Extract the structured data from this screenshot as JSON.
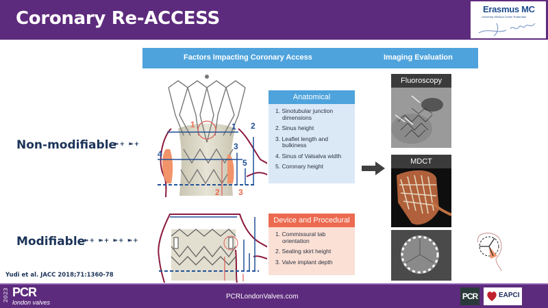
{
  "header": {
    "title": "Coronary Re-ACCESS",
    "logo": {
      "name": "Erasmus MC",
      "subtitle": "University Medical Center Rotterdam",
      "signature": "Erasmus"
    }
  },
  "section_bar": {
    "left_label": "Factors Impacting Coronary Access",
    "right_label": "Imaging Evaluation"
  },
  "rows": {
    "non_modifiable": {
      "label": "Non-modifiable",
      "arrows": "➽+ ➽+"
    },
    "modifiable": {
      "label": "Modifiable",
      "arrows": "➽+ ➽+ ➽+ ➽+"
    }
  },
  "anatomical": {
    "title": "Anatomical",
    "items": [
      "1. Sinotubular junction dimensions",
      "2. Sinus height",
      "3. Leaflet length and bulkiness",
      "4. Sinus of Valsalva width",
      "5. Coronary height"
    ]
  },
  "device": {
    "title": "Device and Procedural",
    "items": [
      "1. Commissural tab orientation",
      "2. Sealing skirt height",
      "3. Valve implant depth"
    ]
  },
  "diagram_labels": {
    "top": {
      "n1": "1",
      "n2": "2",
      "n3": "3",
      "n4": "4",
      "n5": "5",
      "r1": "1",
      "r2": "2",
      "r3": "3"
    }
  },
  "imaging": {
    "fluoroscopy": "Fluoroscopy",
    "mdct": "MDCT"
  },
  "reference": "Yudi et al. JACC 2018;71:1360-78",
  "footer": {
    "year": "2023",
    "brand": "PCR",
    "event": "london valves",
    "url": "PCRLondonValves.com",
    "partner1": "PCR",
    "partner2": "EAPCI"
  },
  "colors": {
    "purple": "#5d2b7d",
    "blue": "#4ea3dc",
    "coral": "#ec6a4f",
    "navy": "#1b3358"
  }
}
